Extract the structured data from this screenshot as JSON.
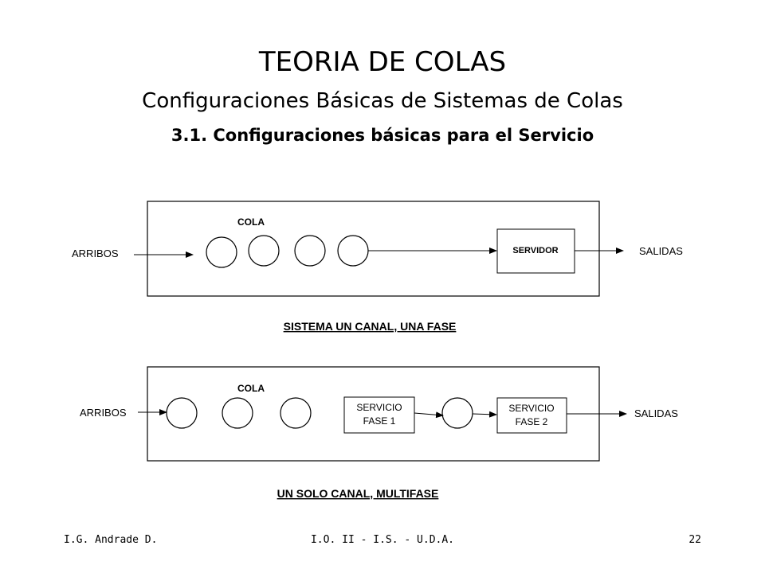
{
  "header": {
    "title": "TEORIA DE COLAS",
    "subtitle": "Configuraciones Básicas de Sistemas de Colas",
    "section": "3.1. Configuraciones básicas para el Servicio"
  },
  "diagram1": {
    "queue_label": "COLA",
    "arrivals_label": "ARRIBOS",
    "server_label": "SERVIDOR",
    "exits_label": "SALIDAS",
    "caption": "SISTEMA UN CANAL, UNA FASE"
  },
  "diagram2": {
    "queue_label": "COLA",
    "arrivals_label": "ARRIBOS",
    "service1_line1": "SERVICIO",
    "service1_line2": "FASE 1",
    "service2_line1": "SERVICIO",
    "service2_line2": "FASE 2",
    "exits_label": "SALIDAS",
    "caption": "UN SOLO CANAL, MULTIFASE"
  },
  "footer": {
    "author": "I.G. Andrade D.",
    "course": "I.O. II - I.S. - U.D.A.",
    "page": "22"
  }
}
